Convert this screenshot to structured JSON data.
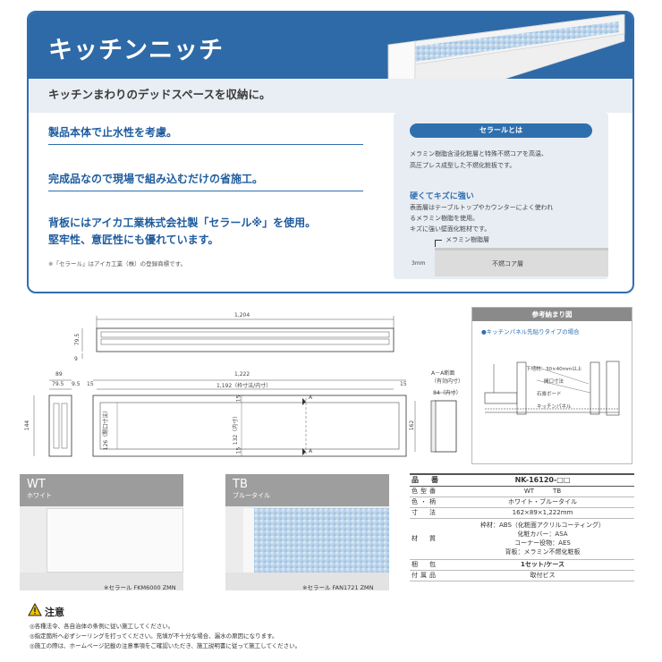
{
  "hero": {
    "title": "キッチンニッチ",
    "subtitle": "キッチンまわりのデッドスペースを収納に。"
  },
  "features": [
    "製品本体で止水性を考慮。",
    "完成品なので現場で組み込むだけの省施工。",
    "背板にはアイカ工業株式会社製「セラール※」を使用。",
    "堅牢性、意匠性にも優れています。"
  ],
  "footnote": "※「セラール」はアイカ工業（株）の登録商標です。",
  "info": {
    "pill": "セラールとは",
    "desc1": "メラミン樹脂含浸化粧層と特殊不燃コアを高温、",
    "desc2": "高圧プレス成型した不燃化粧板です。",
    "heading": "硬くてキズに強い",
    "line1": "表面層はテーブルトップやカウンターによく使われ",
    "line2": "るメラミン樹脂を使用。",
    "line3": "キズに強い壁面化粧材です。",
    "layer_top": "メラミン樹脂層",
    "layer_core": "不燃コア層",
    "thickness": "3mm"
  },
  "drawing": {
    "top_width": "1,204",
    "top_height": "79.5",
    "top_small": "9",
    "front_width": "1,222",
    "front_inner": "1,192（枠寸法/内寸）",
    "front_left": "15",
    "front_right": "15",
    "side_depth": "89",
    "side_a": "79.5",
    "side_b": "9.5",
    "side_height": "144",
    "h_inner": "132（内寸）",
    "h_frame": "126（開口寸法）",
    "h_top": "15",
    "h_bottom": "15",
    "section_label": "A－A断面",
    "section_sub": "（有効内寸）",
    "section_depth": "84（内寸）",
    "section_height": "162",
    "a_mark": "A"
  },
  "reference": {
    "title": "参考納まり図",
    "subtitle": "●キッチンパネル先貼りタイプの場合",
    "label1": "下地材：30×40mm以上",
    "label2": "開口寸法",
    "label3": "石膏ボード",
    "label4": "キッチンパネル"
  },
  "photos": [
    {
      "code": "WT",
      "name": "ホワイト",
      "caption": "※セラール FKM6000 ZMN"
    },
    {
      "code": "TB",
      "name": "ブルータイル",
      "caption": "※セラール FAN1721 ZMN"
    }
  ],
  "spec": {
    "rows": [
      {
        "k": "品　番",
        "v": "NK-16120-□□"
      },
      {
        "k": "色型番",
        "v": "WT　　　TB"
      },
      {
        "k": "色・柄",
        "v": "ホワイト・ブルータイル"
      },
      {
        "k": "寸　法",
        "v": "162×89×1,222mm"
      },
      {
        "k": "材　質",
        "v": "枠材：ABS（化粧面アクリルコーティング）"
      },
      {
        "k": "梱　包",
        "v": "1セット/ケース"
      },
      {
        "k": "付属品",
        "v": "取付ビス"
      }
    ],
    "material_lines": [
      "化粧カバー：ASA",
      "コーナー役物：AES",
      "背板：メラミン不燃化粧板"
    ]
  },
  "caution": {
    "title": "注意",
    "lines": [
      "◎各種法令、各自治体の条例に従い施工してください。",
      "◎指定箇所へ必ずシーリングを打ってください。充填が不十分な場合、漏水の原因になります。",
      "◎施工の際は、ホームページ記載の注意事項をご確認いただき、施工説明書に従って施工してください。"
    ]
  },
  "colors": {
    "brand": "#2e6aa8",
    "panel": "#e8edf4"
  }
}
